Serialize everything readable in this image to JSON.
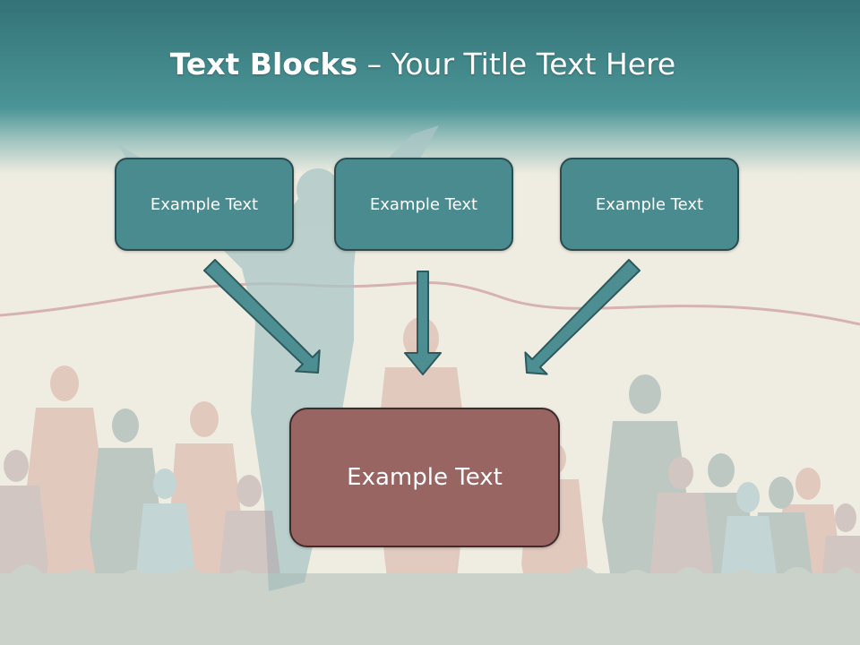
{
  "title": {
    "bold": "Text Blocks",
    "separator": " – ",
    "rest": "Your Title Text Here"
  },
  "blocks": {
    "left": "Example Text",
    "center": "Example Text",
    "right": "Example Text",
    "target": "Example Text"
  },
  "colors": {
    "header": "#3c7f82",
    "background": "#efede2",
    "small_box_fill": "#4a8b8f",
    "small_box_border": "#2a4c50",
    "target_box_fill": "#996563",
    "arrow_fill": "#4c8e92"
  }
}
